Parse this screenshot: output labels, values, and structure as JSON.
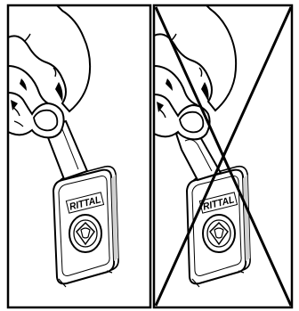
{
  "panels": [
    {
      "id": "correct",
      "brand": "RITTAL",
      "crossed_out": false
    },
    {
      "id": "incorrect",
      "brand": "RITTAL",
      "crossed_out": true
    }
  ],
  "colors": {
    "ink": "#000000",
    "paper": "#ffffff",
    "skin": "#ffffff",
    "plastic": "#ffffff",
    "shadow": "#c8c8c8"
  }
}
